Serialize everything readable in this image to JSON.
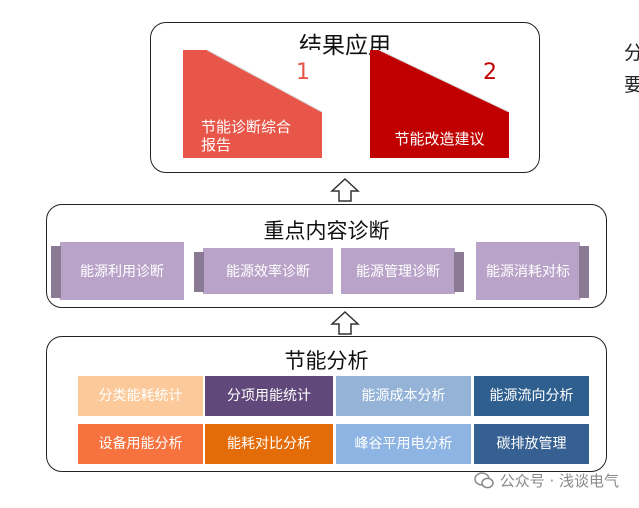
{
  "result": {
    "title": "结果应用",
    "cards": [
      {
        "num": "1",
        "label": "节能诊断综合\n报告"
      },
      {
        "num": "2",
        "label": "节能改造建议"
      }
    ]
  },
  "diagnosis": {
    "title": "重点内容诊断",
    "items": [
      "能源利用诊断",
      "能源效率诊断",
      "能源管理诊断",
      "能源消耗对标"
    ]
  },
  "analysis": {
    "title": "节能分析",
    "row1": [
      "分类能耗统计",
      "分项用能统计",
      "能源成本分析",
      "能源流向分析"
    ],
    "row2": [
      "设备用能分析",
      "能耗对比分析",
      "峰谷平用电分析",
      "碳排放管理"
    ]
  },
  "watermark": "公众号 · 浅谈电气",
  "edge_text": [
    "分",
    "要"
  ],
  "colors": {
    "card1": "#e8564a",
    "card2": "#c00000",
    "row1": [
      "#fbc99a",
      "#60497a",
      "#95b3d7",
      "#2f5f8f"
    ],
    "row2": [
      "#f6733f",
      "#e36c09",
      "#8db4e2",
      "#366092"
    ]
  }
}
